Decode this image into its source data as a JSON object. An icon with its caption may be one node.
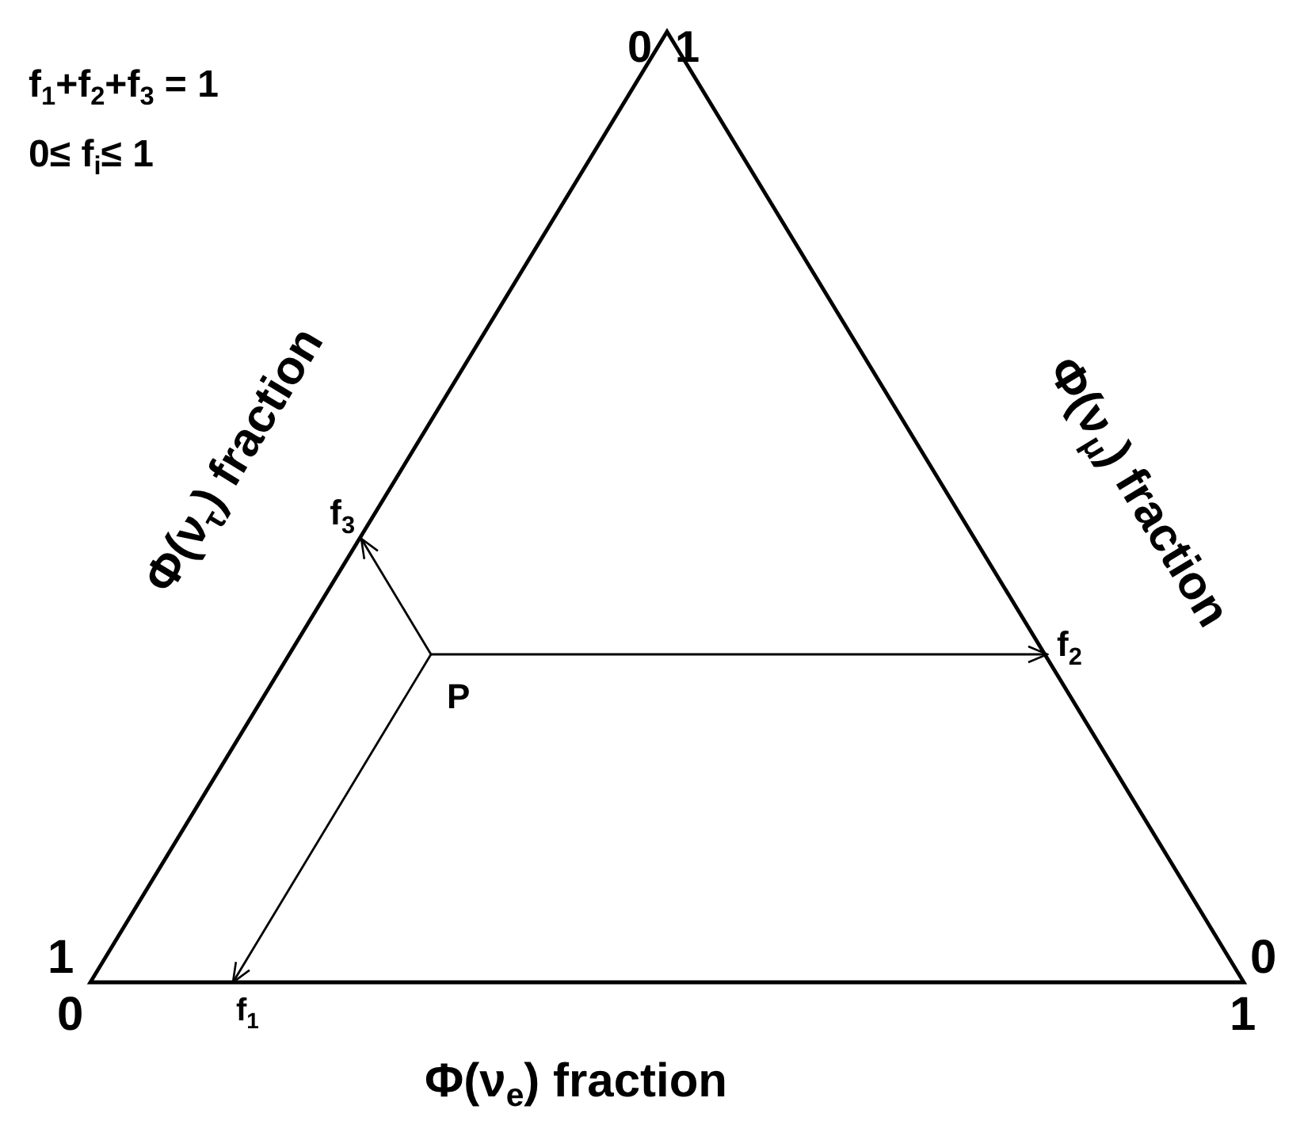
{
  "diagram": {
    "nodes": [
      {
        "text": [
          "P"
        ]
      },
      {
        "text": [
          "f$_{1}$"
        ]
      },
      {
        "text": [
          "f$_{2}$"
        ]
      },
      {
        "text": [
          "f$_{3}$"
        ]
      }
    ],
    "edges": [
      {
        "from": 0,
        "to": 1,
        "arrow": "to"
      },
      {
        "from": 0,
        "to": 2,
        "arrow": "to"
      },
      {
        "from": 0,
        "to": 3,
        "arrow": "to"
      }
    ],
    "labels": [
      "f$_{1}$+f$_{2}$+f$_{3}$ = 1",
      "0≤ f$_{i}$≤ 1",
      "0",
      "1",
      "Φ(ν$_{τ}$) fraction",
      "Φ(ν$_{μ}$) fraction",
      "1",
      "0",
      "0",
      "1",
      "Φ(ν$_{e}$) fraction"
    ]
  }
}
